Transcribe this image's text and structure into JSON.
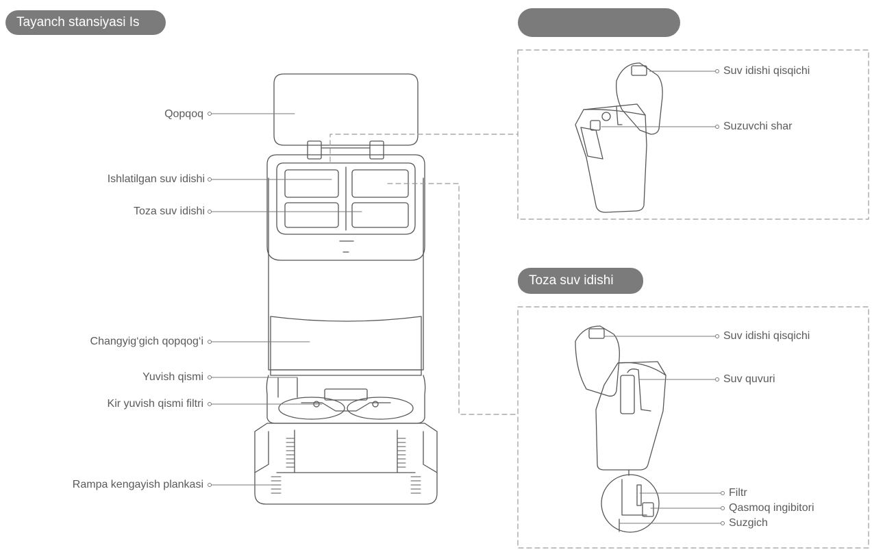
{
  "headers": {
    "base_station": "Tayanch stansiyasi Is",
    "top_right": "",
    "clean_tank": "Toza suv idishi"
  },
  "left_labels": {
    "lid": "Qopqoq",
    "used_tank": "Ishlatilgan suv idishi",
    "clean_tank": "Toza suv idishi",
    "dust_lid": "Changyig‘gich qopqog‘i",
    "wash_part": "Yuvish qismi",
    "wash_filter": "Kir yuvish qismi filtri",
    "ramp": "Rampa kengayish plankasi"
  },
  "used_tank_panel": {
    "clip": "Suv idishi qisqichi",
    "float_ball": "Suzuvchi shar"
  },
  "clean_tank_panel": {
    "clip": "Suv idishi qisqichi",
    "pipe": "Suv quvuri",
    "filter": "Filtr",
    "scale_inhibitor": "Qasmoq ingibitori",
    "float": "Suzgich"
  },
  "colors": {
    "header_bg": "#7b7b7b",
    "line": "#555555",
    "label": "#5a5a5a",
    "dashed": "#999999"
  }
}
